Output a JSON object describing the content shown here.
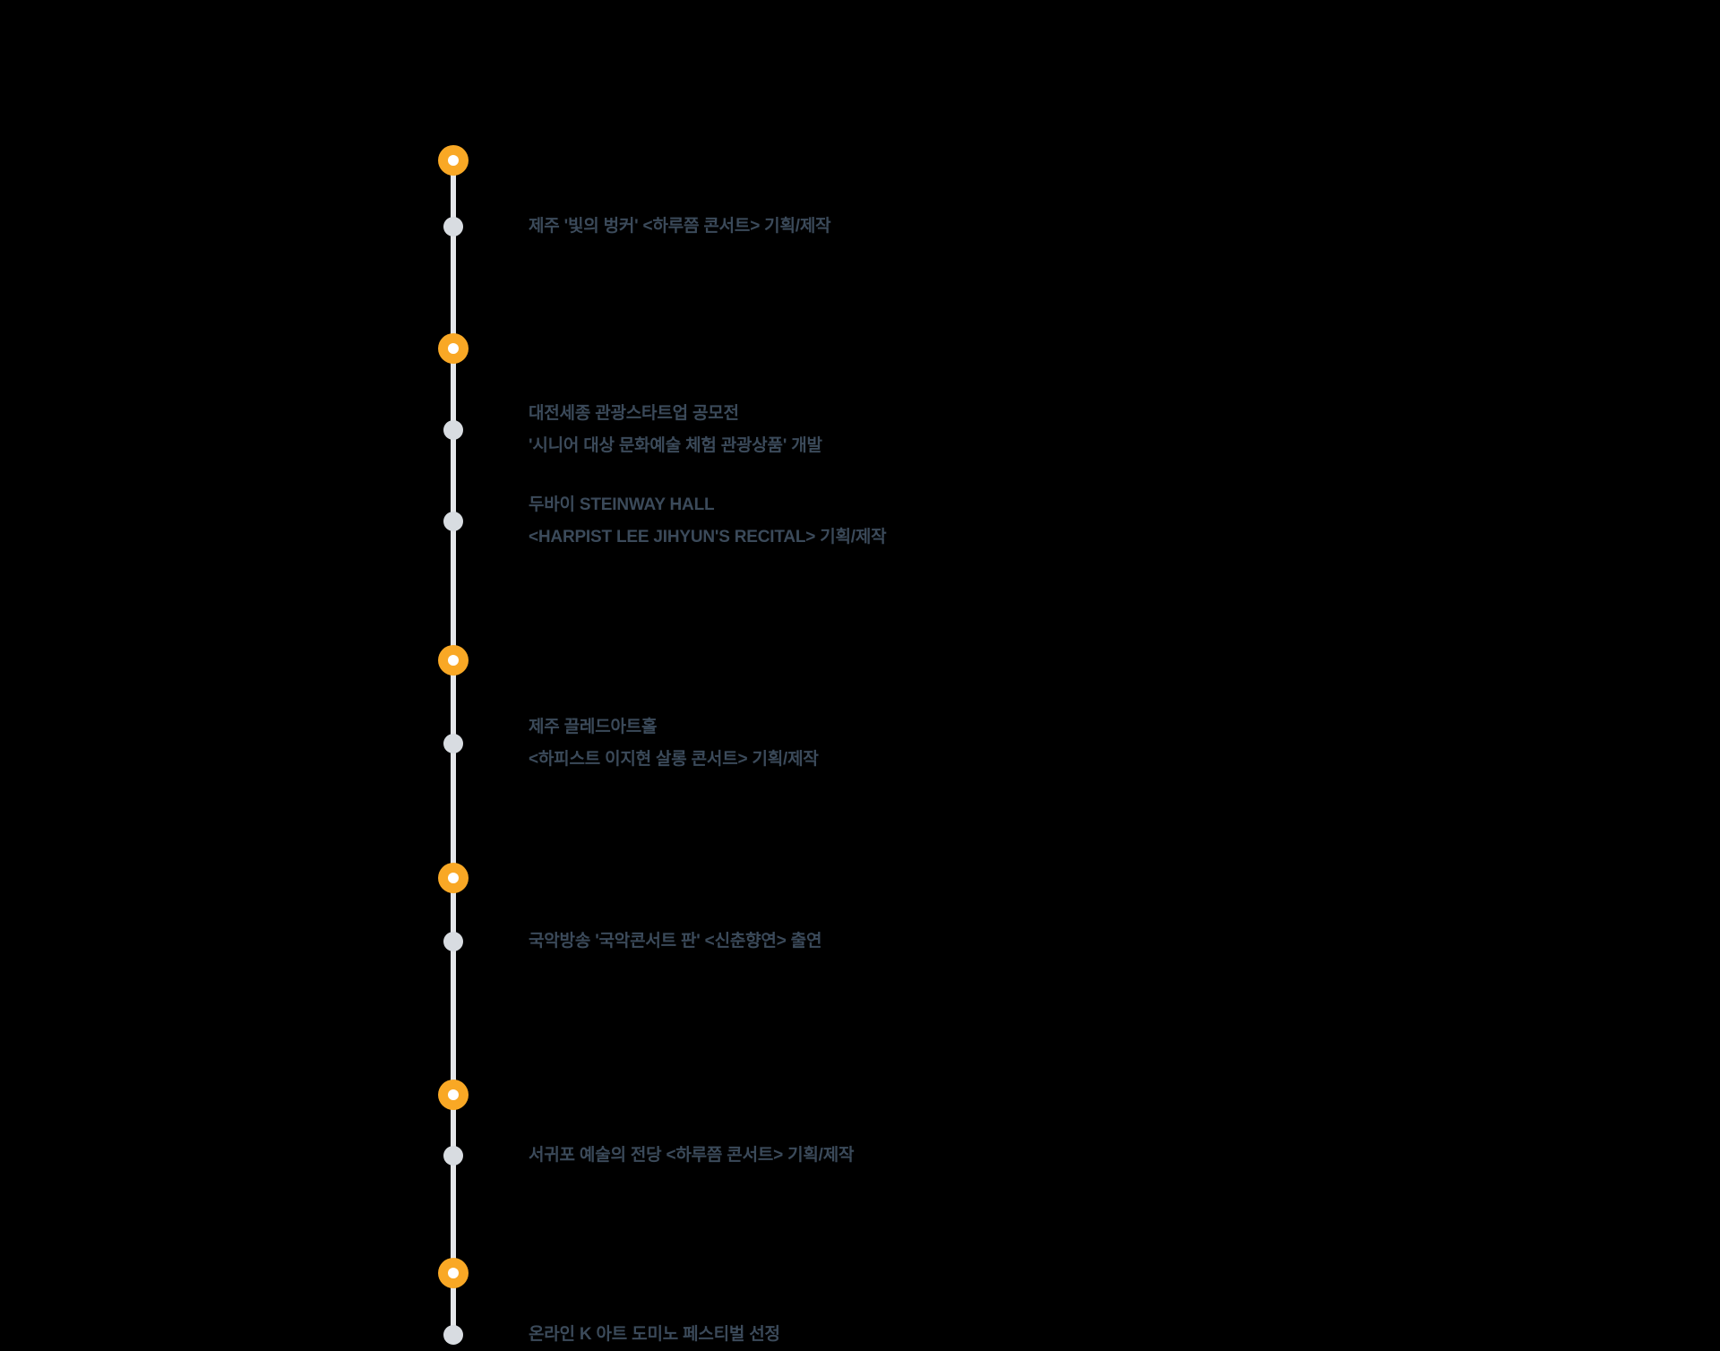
{
  "timeline": {
    "colors": {
      "background": "#000000",
      "line": "#e5e7ea",
      "year_node": "#f9a825",
      "event_dot": "#d8dce1",
      "text": "#3b4a5a"
    },
    "events": [
      {
        "lines": [
          "제주 '빛의 벙커' <하루쯤 콘서트> 기획/제작"
        ]
      },
      {
        "lines": [
          "대전세종 관광스타트업 공모전",
          "'시니어 대상 문화예술 체험 관광상품' 개발"
        ]
      },
      {
        "lines": [
          "두바이 STEINWAY HALL",
          "<HARPIST LEE JIHYUN'S RECITAL> 기획/제작"
        ]
      },
      {
        "lines": [
          "제주 끌레드아트홀",
          "<하피스트 이지현 살롱 콘서트> 기획/제작"
        ]
      },
      {
        "lines": [
          "국악방송 '국악콘서트 판' <신춘향연> 출연"
        ]
      },
      {
        "lines": [
          "서귀포 예술의 전당 <하루쯤 콘서트> 기획/제작"
        ]
      },
      {
        "lines": [
          "온라인 K 아트 도미노 페스티벌 선정"
        ]
      }
    ]
  }
}
